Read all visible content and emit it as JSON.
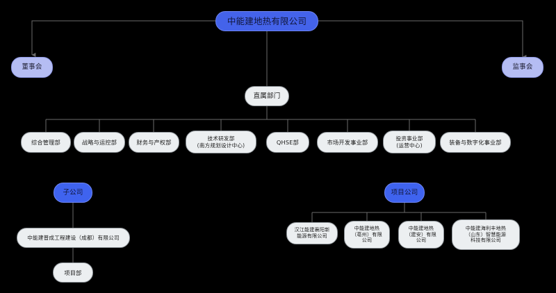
{
  "diagram": {
    "title_node": "中能建地热有限公司",
    "background_color": "#000000",
    "edge_color": "#6b6b6b",
    "colors": {
      "root": "#4463ea",
      "governance": "#b5bdf3",
      "group": "#3f63ef",
      "plain": "#eceff1"
    },
    "nodes": {
      "root": "中能建地热有限公司",
      "board_of_directors": "董事会",
      "board_of_supervisors": "监事会",
      "direct_departments": "直属部门",
      "departments": [
        "综合管理部",
        "战略与运控部",
        "财务与产权部",
        "技术研发部\n(南方规划设计中心)",
        "QHSE部",
        "市场开发事业部",
        "投资事业部\n(运营中心)",
        "装备与数字化事业部"
      ],
      "subsidiary_group": "子公司",
      "subsidiary_company": "中能建普成工程建设（成都）有限公司",
      "subsidiary_project_dept": "项目部",
      "project_group": "项目公司",
      "project_companies": [
        "汉江能建襄阳新\n能源有限公司",
        "中能建地热\n（亳州）有限\n公司",
        "中能建地热\n（建安）有限\n公司",
        "中能建海利丰地热\n（山东）智慧能源\n科技有限公司"
      ]
    }
  }
}
